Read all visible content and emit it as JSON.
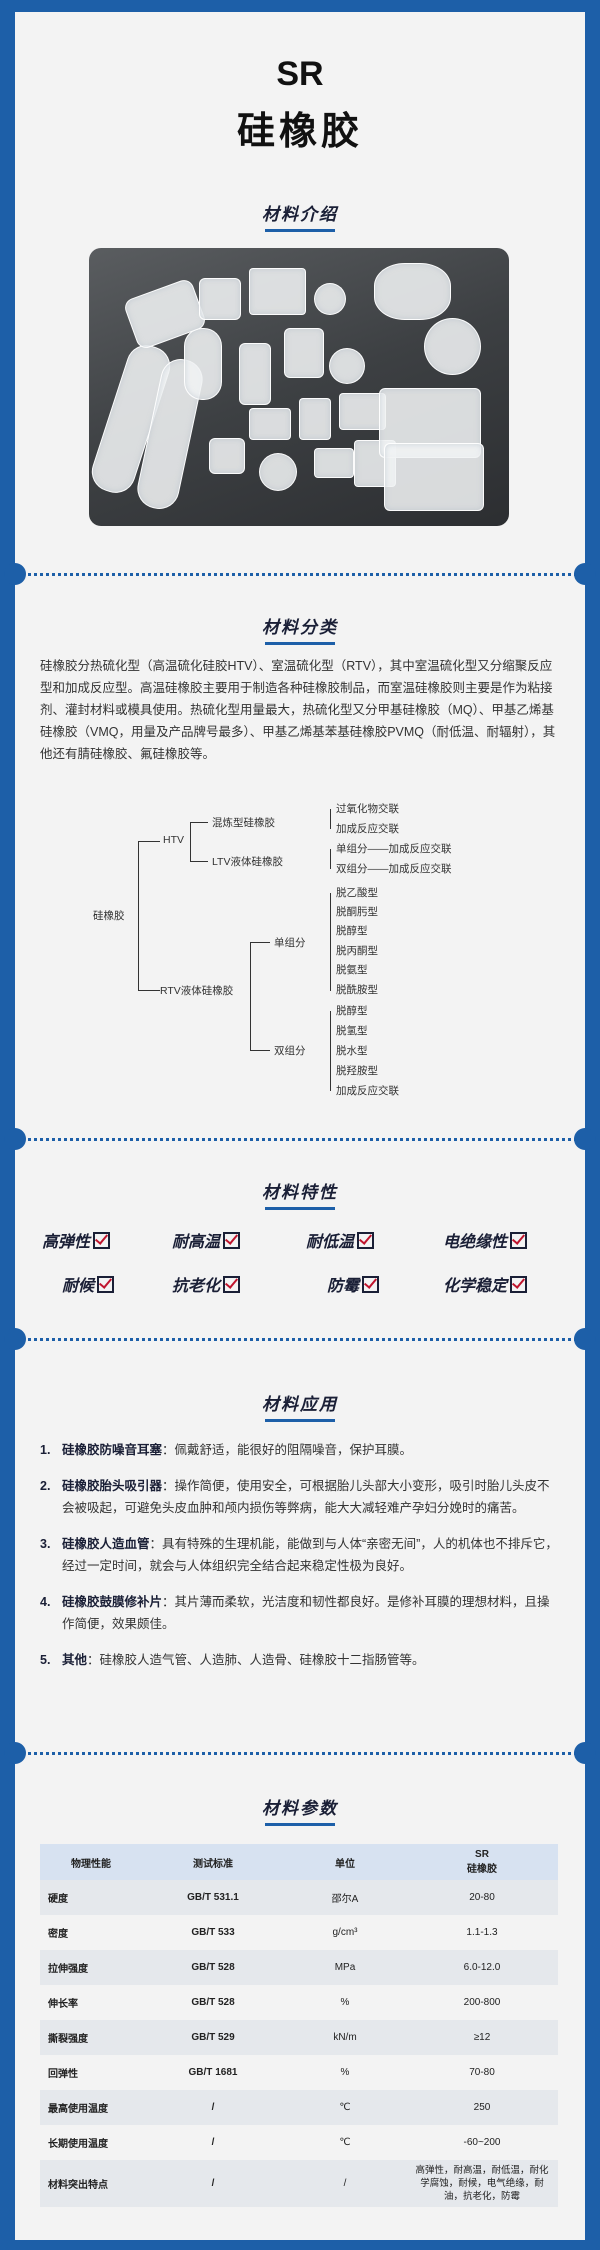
{
  "header": {
    "title": "SR",
    "subtitle": "硅橡胶"
  },
  "sections": {
    "intro": "材料介绍",
    "classification": "材料分类",
    "properties": "材料特性",
    "applications": "材料应用",
    "parameters": "材料参数"
  },
  "classification": {
    "paragraph": "硅橡胶分热硫化型（高温硫化硅胶HTV）、室温硫化型（RTV），其中室温硫化型又分缩聚反应型和加成反应型。高温硅橡胶主要用于制造各种硅橡胶制品，而室温硅橡胶则主要是作为粘接剂、灌封材料或模具使用。热硫化型用量最大，热硫化型又分甲基硅橡胶（MQ）、甲基乙烯基硅橡胶（VMQ，用量及产品牌号最多）、甲基乙烯基苯基硅橡胶PVMQ（耐低温、耐辐射），其他还有腈硅橡胶、氟硅橡胶等。",
    "tree": {
      "root": "硅橡胶",
      "htv": "HTV",
      "htv_mix": "混炼型硅橡胶",
      "htv_mix_children": [
        "过氧化物交联",
        "加成反应交联"
      ],
      "ltv": "LTV液体硅橡胶",
      "ltv_children": [
        "单组分——加成反应交联",
        "双组分——加成反应交联"
      ],
      "rtv": "RTV液体硅橡胶",
      "single": "单组分",
      "single_children": [
        "脱乙酸型",
        "脱酮肟型",
        "脱醇型",
        "脱丙酮型",
        "脱氨型",
        "脱酰胺型"
      ],
      "double": "双组分",
      "double_children": [
        "脱醇型",
        "脱氢型",
        "脱水型",
        "脱羟胺型",
        "加成反应交联"
      ]
    }
  },
  "features": [
    "高弹性",
    "耐高温",
    "耐低温",
    "电绝缘性",
    "耐候",
    "抗老化",
    "防霉",
    "化学稳定"
  ],
  "applications": [
    {
      "num": "1.",
      "head": "硅橡胶防噪音耳塞",
      "body": "：佩戴舒适，能很好的阻隔噪音，保护耳膜。"
    },
    {
      "num": "2.",
      "head": "硅橡胶胎头吸引器",
      "body": "：操作简便，使用安全，可根据胎儿头部大小变形，吸引时胎儿头皮不会被吸起，可避免头皮血肿和颅内损伤等弊病，能大大减轻难产孕妇分娩时的痛苦。"
    },
    {
      "num": "3.",
      "head": "硅橡胶人造血管",
      "body": "：具有特殊的生理机能，能做到与人体“亲密无间”，人的机体也不排斥它，经过一定时间，就会与人体组织完全结合起来稳定性极为良好。"
    },
    {
      "num": "4.",
      "head": "硅橡胶鼓膜修补片",
      "body": "：其片薄而柔软，光洁度和韧性都良好。是修补耳膜的理想材料，且操作简便，效果颇佳。"
    },
    {
      "num": "5.",
      "head": "其他",
      "body": "：硅橡胶人造气管、人造肺、人造骨、硅橡胶十二指肠管等。"
    }
  ],
  "params": {
    "headers": [
      "物理性能",
      "测试标准",
      "单位",
      "SR\n硅橡胶"
    ],
    "rows": [
      [
        "硬度",
        "GB/T 531.1",
        "邵尔A",
        "20-80"
      ],
      [
        "密度",
        "GB/T 533",
        "g/cm³",
        "1.1-1.3"
      ],
      [
        "拉伸强度",
        "GB/T 528",
        "MPa",
        "6.0-12.0"
      ],
      [
        "伸长率",
        "GB/T 528",
        "%",
        "200-800"
      ],
      [
        "撕裂强度",
        "GB/T 529",
        "kN/m",
        "≥12"
      ],
      [
        "回弹性",
        "GB/T 1681",
        "%",
        "70-80"
      ],
      [
        "最高使用温度",
        "/",
        "℃",
        "250"
      ],
      [
        "长期使用温度",
        "/",
        "℃",
        "-60~200"
      ],
      [
        "材料突出特点",
        "/",
        "/",
        "高弹性，耐高温，耐低温，耐化学腐蚀，耐候，电气绝缘，耐油，抗老化，防霉"
      ]
    ]
  },
  "colors": {
    "frame": "#1d5fa8",
    "accent_red": "#c0152e",
    "text_dark": "#1a1f36"
  }
}
